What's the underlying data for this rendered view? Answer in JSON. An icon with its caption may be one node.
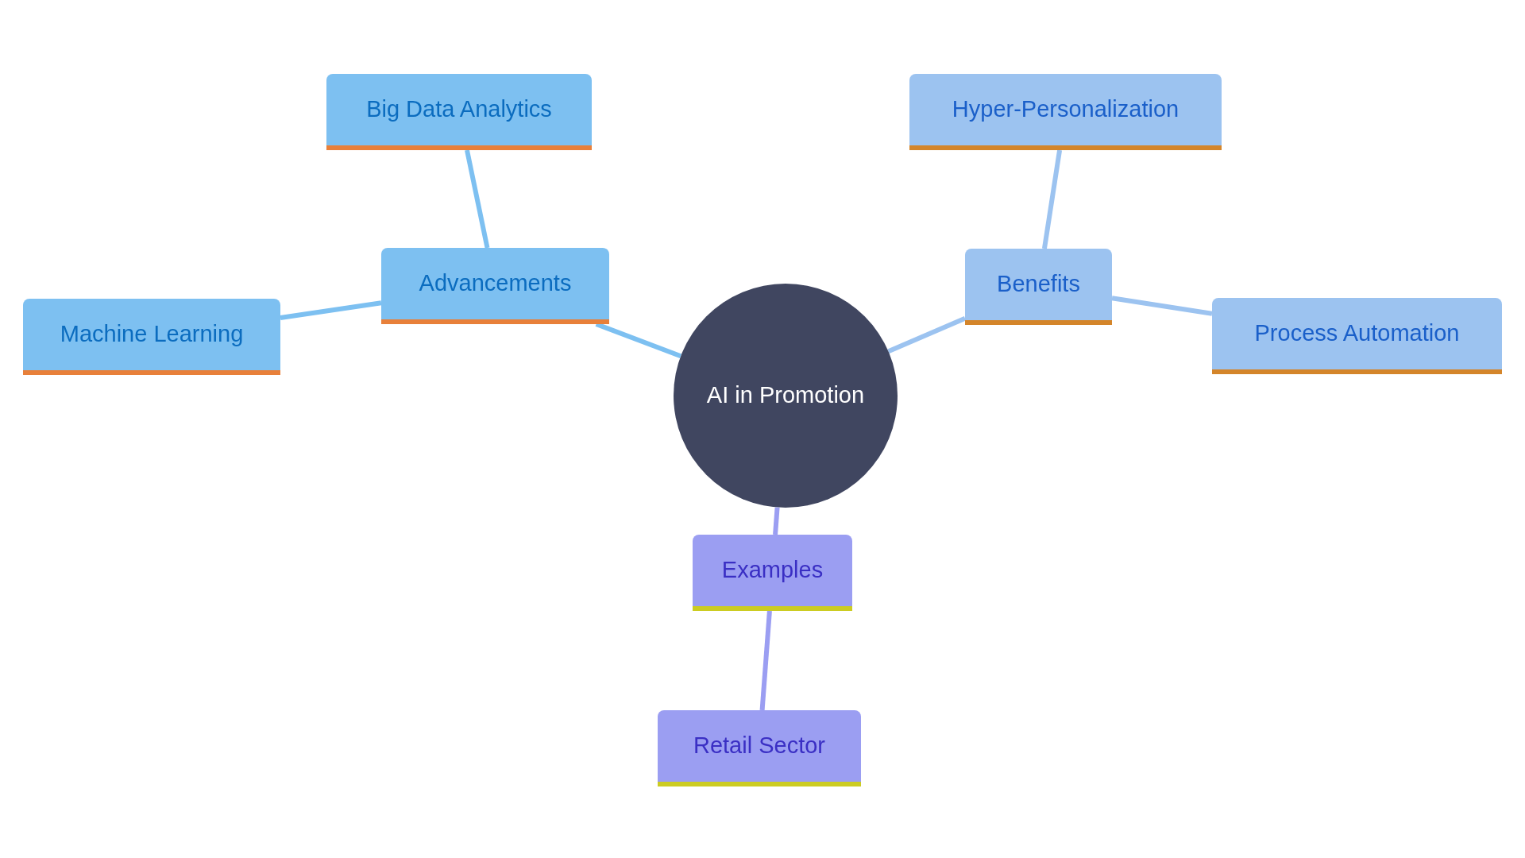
{
  "diagram": {
    "nodes": [
      {
        "text": [
          "AI in Promotion"
        ]
      },
      {
        "text": [
          "Advancements"
        ]
      },
      {
        "text": [
          "Big Data Analytics"
        ]
      },
      {
        "text": [
          "Machine Learning"
        ]
      },
      {
        "text": [
          "Benefits"
        ]
      },
      {
        "text": [
          "Hyper-Personalization"
        ]
      },
      {
        "text": [
          "Process Automation"
        ]
      },
      {
        "text": [
          "Examples"
        ]
      },
      {
        "text": [
          "Retail Sector"
        ]
      }
    ],
    "edges": [
      {
        "from": 0,
        "to": 1,
        "arrow": "none",
        "color": "#7dc0f1"
      },
      {
        "from": 1,
        "to": 2,
        "arrow": "none",
        "color": "#7dc0f1"
      },
      {
        "from": 1,
        "to": 3,
        "arrow": "none",
        "color": "#7dc0f1"
      },
      {
        "from": 0,
        "to": 4,
        "arrow": "none",
        "color": "#9cc3f0"
      },
      {
        "from": 4,
        "to": 5,
        "arrow": "none",
        "color": "#9cc3f0"
      },
      {
        "from": 4,
        "to": 6,
        "arrow": "none",
        "color": "#9cc3f0"
      },
      {
        "from": 0,
        "to": 7,
        "arrow": "none",
        "color": "#9b9ef2"
      },
      {
        "from": 7,
        "to": 8,
        "arrow": "none",
        "color": "#9b9ef2"
      }
    ]
  }
}
